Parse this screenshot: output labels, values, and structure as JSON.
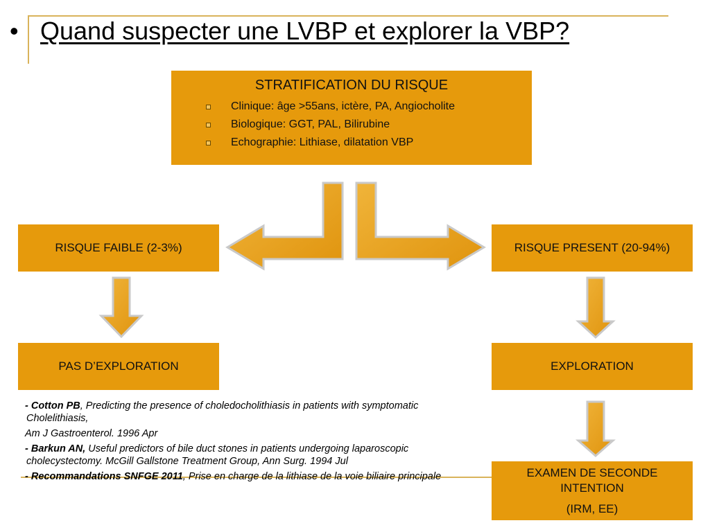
{
  "slide": {
    "bullet": "•",
    "title": "Quand suspecter une LVBP et explorer la VBP?"
  },
  "stratification": {
    "title": "STRATIFICATION DU RISQUE",
    "items": [
      "Clinique: âge >55ans, ictère, PA, Angiocholite",
      "Biologique: GGT, PAL, Bilirubine",
      "Echographie: Lithiase, dilatation VBP"
    ]
  },
  "boxes": {
    "low_risk": "RISQUE FAIBLE (2-3%)",
    "present_risk": "RISQUE PRESENT (20-94%)",
    "no_exploration": "PAS D’EXPLORATION",
    "exploration": "EXPLORATION",
    "second_line_1": "EXAMEN DE SECONDE INTENTION",
    "second_line_2": "(IRM, EE)"
  },
  "references": [
    {
      "author": "- Cotton PB",
      "text": ", Predicting the presence of choledocholithiasis in patients with symptomatic Cholelithiasis,"
    },
    {
      "author": "",
      "text": "Am J Gastroenterol. 1996 Apr"
    },
    {
      "author": "- Barkun AN,",
      "text": " Useful predictors of bile duct stones in patients undergoing laparoscopic cholecystectomy. McGill Gallstone Treatment Group, Ann Surg. 1994 Jul"
    },
    {
      "author": "- Recommandations SNFGE 2011",
      "text": ", Prise en charge de la lithiase de la voie biliaire principale"
    }
  ],
  "colors": {
    "box": "#e69a0c",
    "arrow": "#e8a21c",
    "frame": "#d9b35a"
  }
}
